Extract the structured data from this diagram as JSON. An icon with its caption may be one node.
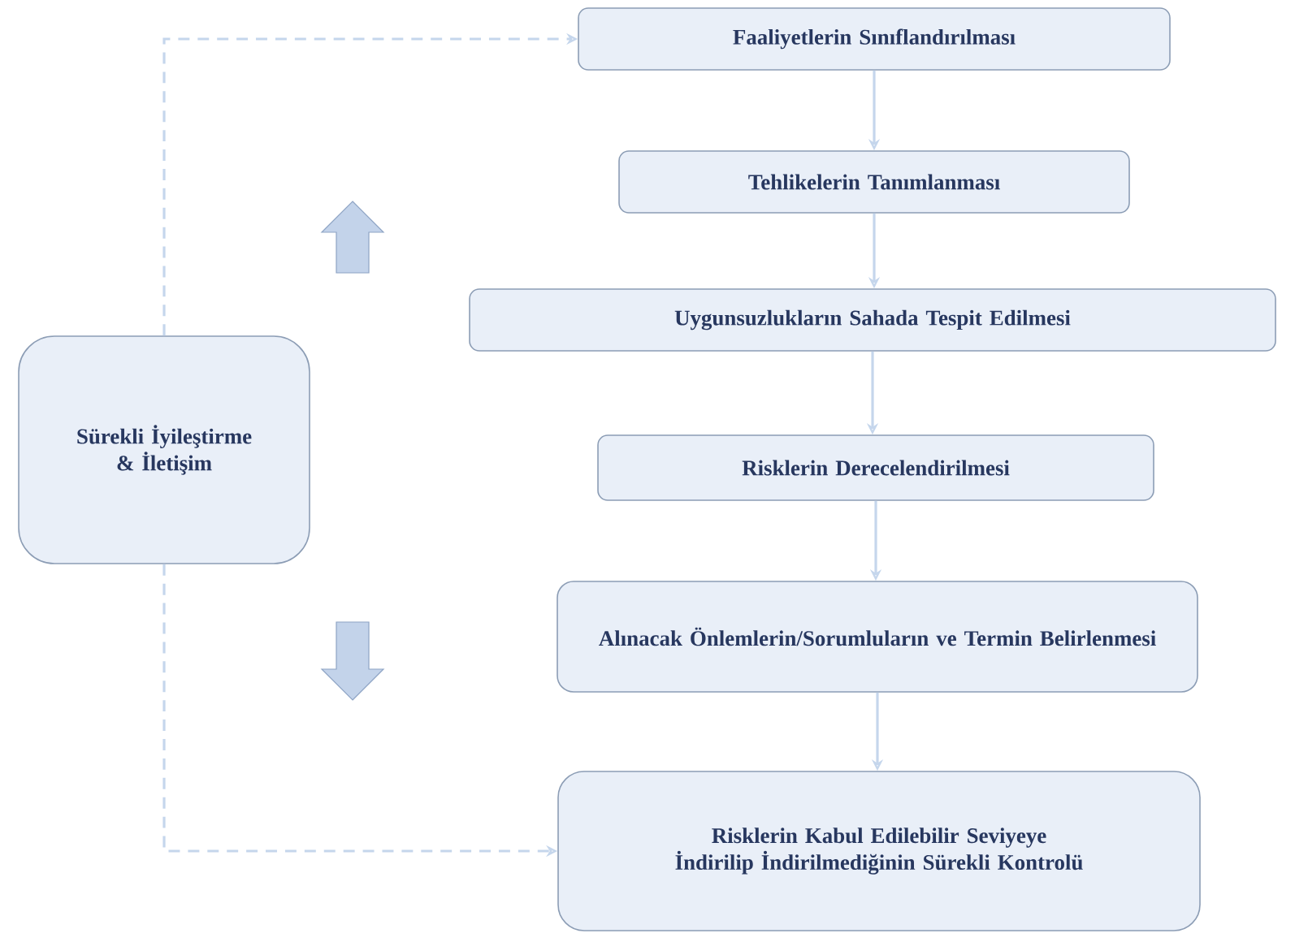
{
  "diagram": {
    "nodes": [
      {
        "text": [
          "Faaliyetlerin Sınıflandırılması"
        ]
      },
      {
        "text": [
          "Tehlikelerin Tanımlanması"
        ]
      },
      {
        "text": [
          "Uygunsuzlukların Sahada Tespit Edilmesi"
        ]
      },
      {
        "text": [
          "Risklerin Derecelendirilmesi"
        ]
      },
      {
        "text": [
          "Alınacak Önlemlerin/Sorumluların ve Termin Belirlenmesi"
        ]
      },
      {
        "text": [
          "Risklerin Kabul Edilebilir Seviyeye İndirilip İndirilmediğinin Sürekli Kontrolü"
        ]
      },
      {
        "text": [
          "Sürekli İyileştirme & İletişim"
        ]
      }
    ],
    "edges": [
      {
        "from": 0,
        "to": 1,
        "arrow": "to"
      },
      {
        "from": 1,
        "to": 2,
        "arrow": "to"
      },
      {
        "from": 2,
        "to": 3,
        "arrow": "to"
      },
      {
        "from": 3,
        "to": 4,
        "arrow": "to"
      },
      {
        "from": 4,
        "to": 5,
        "arrow": "to"
      },
      {
        "from": 6,
        "to": 0,
        "arrow": "to",
        "style": "dashed"
      },
      {
        "from": 6,
        "to": 5,
        "arrow": "to",
        "style": "dashed"
      }
    ]
  }
}
